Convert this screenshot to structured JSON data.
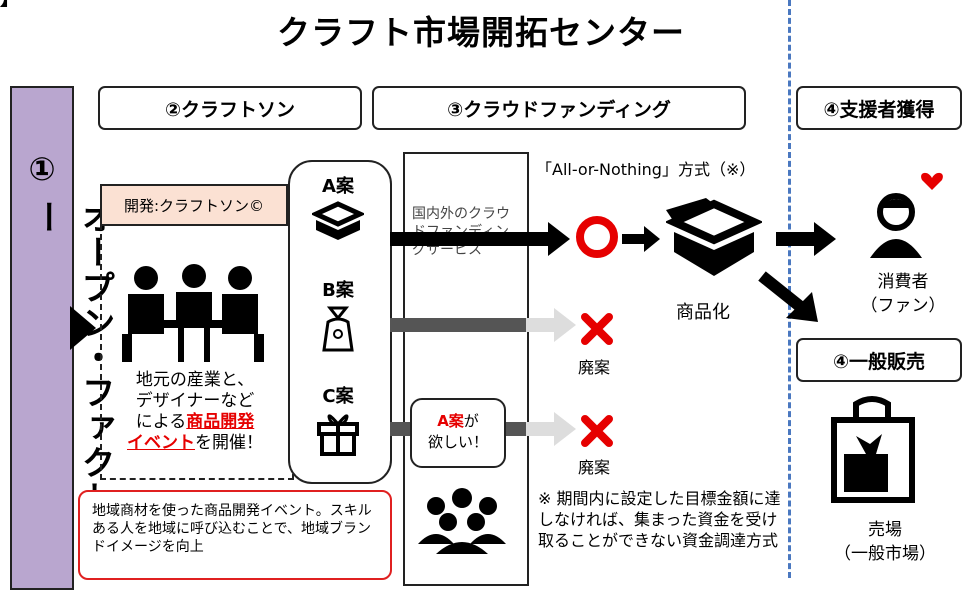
{
  "corner_text": "】",
  "title": "クラフト市場開拓センター",
  "left_panel": {
    "number": "①",
    "label": "オープン・ファクトリー"
  },
  "headers": {
    "crafthon": "②クラフトソン",
    "crowdfunding": "③クラウドファンディング",
    "supporters": "④支援者獲得",
    "general_sales": "④一般販売"
  },
  "dev_label": "開発:クラフトソン©",
  "event_text": {
    "line1": "地元の産業と、",
    "line2": "デザイナーなど",
    "line3_prefix": "による",
    "line3_highlight": "商品開発",
    "line4_highlight": "イベント",
    "line4_suffix": "を開催！"
  },
  "plans": [
    "A案",
    "B案",
    "C案"
  ],
  "cf_service": "国内外のクラウドファンディングサービス",
  "method": "「All-or-Nothing」方式（※）",
  "commercialize": "商品化",
  "discard": "廃案",
  "want_bubble": {
    "highlight": "A案",
    "suffix": "が",
    "line2": "欲しい！"
  },
  "consumer": "消費者",
  "fan": "（ファン）",
  "store": "売場",
  "general_market": "（一般市場）",
  "red_bubble": "地域商材を使った商品開発イベント。スキルある人を地域に呼び込むことで、地域ブランドイメージを向上",
  "note": "※ 期間内に設定した目標金額に達しなければ、集まった資金を受け取ることができない資金調達方式",
  "colors": {
    "left_bar": "#b9a6cf",
    "dev_label_bg": "#fbe1d3",
    "accent_red": "#e60000",
    "divider_blue": "#4a78c0"
  }
}
